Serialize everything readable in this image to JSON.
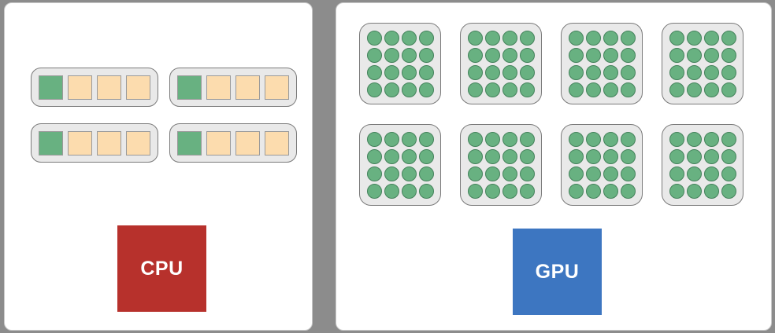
{
  "cpu": {
    "label": "CPU",
    "core_count": 4,
    "cells_per_core": 4,
    "green_cells_per_core": 1,
    "layout_grid": "2x2"
  },
  "gpu": {
    "label": "GPU",
    "block_count": 8,
    "dots_per_block": 16,
    "dot_grid_per_block": "4x4",
    "layout_grid": "4x2"
  },
  "colors": {
    "background": "#8c8c8c",
    "panel": "#ffffff",
    "panel_border": "#c9c9c9",
    "container_fill": "#e9e9e9",
    "container_border": "#7a7a7a",
    "cell_border": "#9a9a9a",
    "cell_green": "#68b181",
    "cell_peach": "#fcdcae",
    "dot_fill": "#68b181",
    "dot_border": "#44825b",
    "cpu_box": "#b7312c",
    "gpu_box": "#3d76c1",
    "label_text": "#ffffff"
  }
}
